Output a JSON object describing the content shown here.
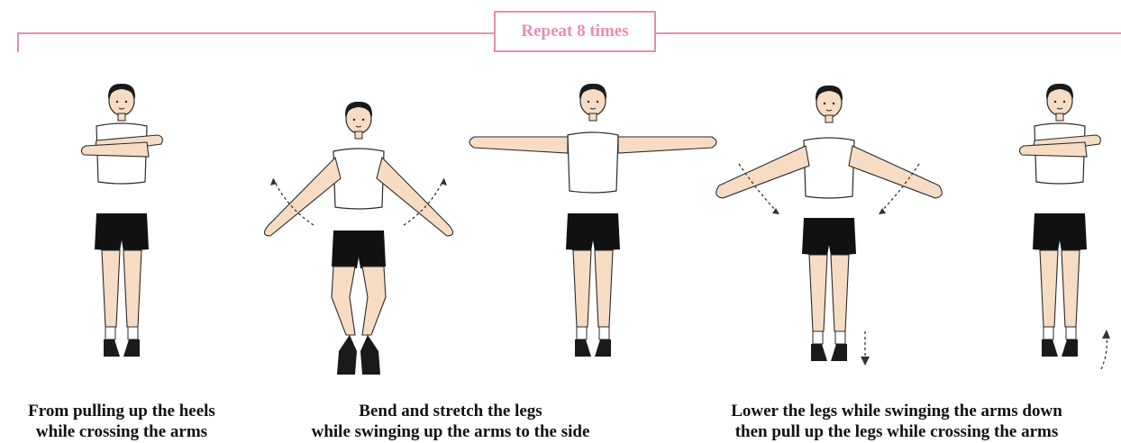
{
  "banner": {
    "label": "Repeat 8 times",
    "color": "#e98bb6"
  },
  "captions": [
    {
      "line1": "From pulling up the heels",
      "line2": "while crossing the arms"
    },
    {
      "line1": "Bend and stretch the legs",
      "line2": "while swinging up the arms to the side"
    },
    {
      "line1": "Lower the legs while swinging the arms down",
      "line2": "then pull up the legs while crossing the arms"
    }
  ],
  "figures": [
    {
      "pose": "arms-crossed-heels-up"
    },
    {
      "pose": "knees-bent-arms-swing-up"
    },
    {
      "pose": "arms-outstretched-standing"
    },
    {
      "pose": "arms-down-swing-heels-lowered"
    },
    {
      "pose": "arms-crossed-heels-up"
    }
  ],
  "colors": {
    "skin": "#f7dcc4",
    "outline": "#2a2a2a",
    "shorts": "#111111",
    "shirt": "#ffffff",
    "bracket": "#e48db4"
  }
}
